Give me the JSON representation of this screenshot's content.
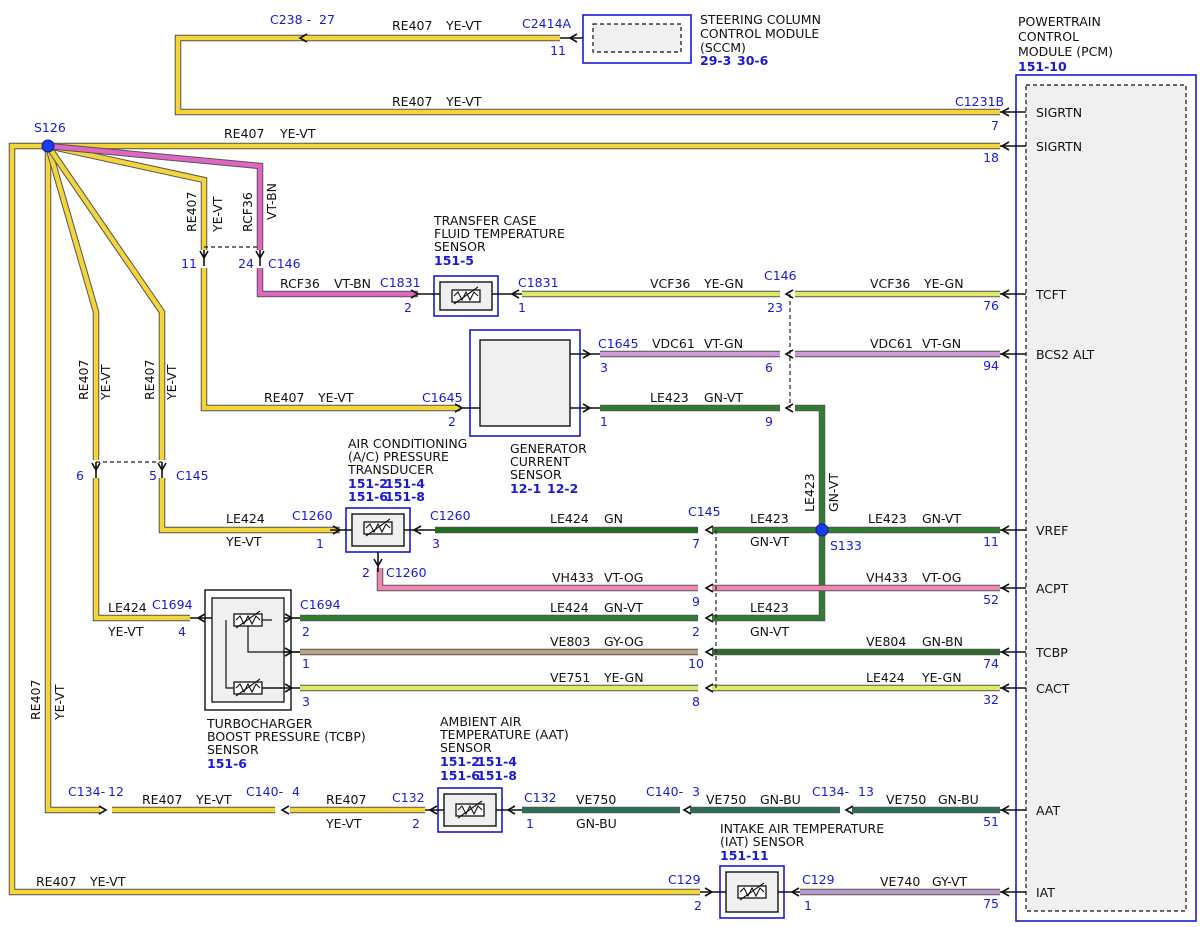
{
  "colors": {
    "ye_vt": "#f3d43a",
    "ye_gn": "#dfe86a",
    "vt_bn": "#e066c4",
    "vt_gn": "#cf9ad7",
    "gn_vt": "#2f7d2f",
    "gn": "#1f6e1f",
    "vt_og": "#ee88b3",
    "gy_og": "#b8a484",
    "gn_bn": "#2e6a2e",
    "gn_bu": "#2a6e5a",
    "gy_vt": "#b79ac6",
    "wire_edge": "#555555",
    "blue_text": "#1a1ad6",
    "module_border": "#1a1ad6",
    "module_fill": "#f0f0f0"
  },
  "pcm": {
    "title_lines": [
      "POWERTRAIN",
      "CONTROL",
      "MODULE (PCM)"
    ],
    "ref": "151-10",
    "pins": [
      "SIGRTN",
      "SIGRTN",
      "TCFT",
      "BCS2 ALT",
      "VREF",
      "ACPT",
      "TCBP",
      "CACT",
      "AAT",
      "IAT"
    ],
    "pin_numbers": [
      "7",
      "18",
      "76",
      "94",
      "11",
      "52",
      "74",
      "32",
      "51",
      "75"
    ],
    "connector": "C1231B"
  },
  "sccm": {
    "title_lines": [
      "STEERING COLUMN",
      "CONTROL MODULE",
      "(SCCM)"
    ],
    "refs": [
      "29-3",
      "30-6"
    ],
    "connector": "C2414A",
    "pin": "11",
    "remote_connector": "C238 -",
    "remote_pin": "27"
  },
  "splices": {
    "s126": "S126",
    "s133": "S133"
  },
  "tcft_sensor": {
    "title_lines": [
      "TRANSFER CASE",
      "FLUID TEMPERATURE",
      "SENSOR"
    ],
    "ref": "151-5",
    "connector": "C1831",
    "pins": [
      "2",
      "1"
    ]
  },
  "generator_sensor": {
    "title_lines": [
      "GENERATOR",
      "CURRENT",
      "SENSOR"
    ],
    "refs": [
      "12-1",
      "12-2"
    ],
    "connector": "C1645",
    "pins": [
      "3",
      "2",
      "1"
    ]
  },
  "ac_sensor": {
    "title_lines": [
      "AIR CONDITIONING",
      "(A/C) PRESSURE",
      "TRANSDUCER"
    ],
    "refs": [
      "151-2",
      "151-4",
      "151-6",
      "151-8"
    ],
    "connector": "C1260",
    "pins": [
      "1",
      "3",
      "2"
    ]
  },
  "tcbp_sensor": {
    "title_lines": [
      "TURBOCHARGER",
      "BOOST PRESSURE (TCBP)",
      "SENSOR"
    ],
    "ref": "151-6",
    "connector": "C1694",
    "pins": [
      "4",
      "2",
      "1",
      "3"
    ]
  },
  "aat_sensor": {
    "title_lines": [
      "AMBIENT AIR",
      "TEMPERATURE (AAT)",
      "SENSOR"
    ],
    "refs": [
      "151-2",
      "151-4",
      "151-6",
      "151-8"
    ],
    "connector": "C132",
    "pins": [
      "2",
      "1"
    ]
  },
  "iat_sensor": {
    "title_lines": [
      "INTAKE AIR TEMPERATURE",
      "(IAT) SENSOR"
    ],
    "ref": "151-11",
    "connector": "C129",
    "pins": [
      "2",
      "1"
    ]
  },
  "inline": {
    "c146": "C146",
    "c146_pins": [
      "11",
      "24",
      "23",
      "6",
      "9"
    ],
    "c145": "C145",
    "c145_pins": [
      "6",
      "5",
      "7",
      "9",
      "2",
      "10",
      "8"
    ],
    "c134": "C134-",
    "c134_pins": [
      "12",
      "13"
    ],
    "c140": "C140-",
    "c140_pins": [
      "4",
      "3"
    ]
  },
  "wires": {
    "re407": "RE407",
    "ye_vt": "YE-VT",
    "rcf36": "RCF36",
    "vt_bn": "VT-BN",
    "vcf36": "VCF36",
    "ye_gn": "YE-GN",
    "vdc61": "VDC61",
    "vt_gn": "VT-GN",
    "le423": "LE423",
    "gn_vt": "GN-VT",
    "le424": "LE424",
    "gn": "GN",
    "vh433": "VH433",
    "vt_og": "VT-OG",
    "ve803": "VE803",
    "gy_og": "GY-OG",
    "ve804": "VE804",
    "gn_bn": "GN-BN",
    "ve751": "VE751",
    "ve750": "VE750",
    "gn_bu": "GN-BU",
    "ve740": "VE740",
    "gy_vt": "GY-VT"
  }
}
